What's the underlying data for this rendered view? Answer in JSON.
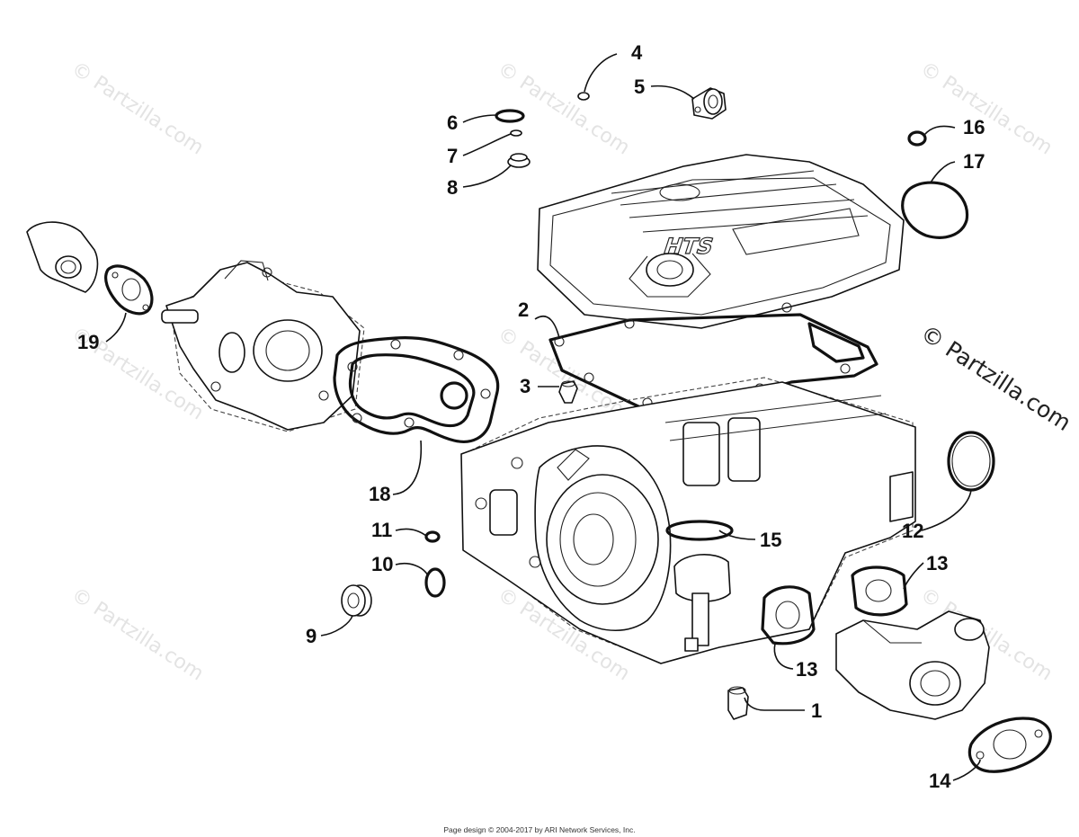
{
  "watermark": {
    "repeat_text": "© Partzilla.com",
    "main_text": "© Partzilla.com"
  },
  "callouts": [
    "1",
    "2",
    "3",
    "4",
    "5",
    "6",
    "7",
    "8",
    "9",
    "10",
    "11",
    "12",
    "13",
    "13",
    "14",
    "15",
    "16",
    "17",
    "18",
    "19"
  ],
  "footer": "Page design © 2004-2017 by ARI Network Services, Inc."
}
